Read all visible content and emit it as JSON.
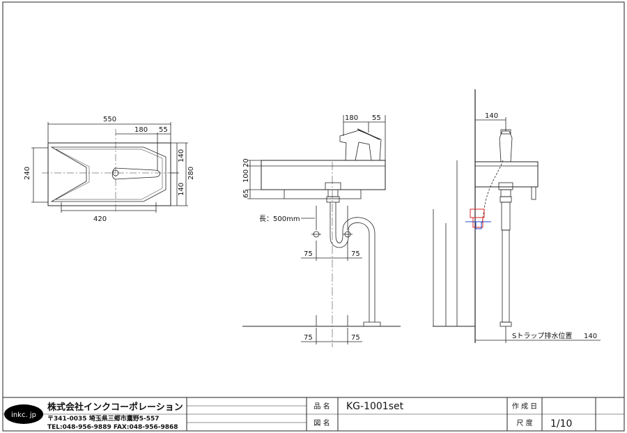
{
  "drawing": {
    "top_view": {
      "dim_width": "550",
      "dim_faucet_offset": "180",
      "dim_faucet_width": "55",
      "dim_height": "240",
      "dim_right_140_top": "140",
      "dim_right_140_bottom": "140",
      "dim_right_total": "280",
      "dim_bottom": "420"
    },
    "front_view": {
      "dim_180": "180",
      "dim_55": "55",
      "dim_20": "20",
      "dim_100": "100",
      "dim_65": "65",
      "hose_label": "長：500mm",
      "dim_75_left_mid": "75",
      "dim_75_right_mid": "75",
      "dim_75_left_bottom": "75",
      "dim_75_right_bottom": "75"
    },
    "side_view": {
      "dim_140_top": "140",
      "trap_label": "Sトラップ排水位置",
      "trap_value": "140"
    }
  },
  "title_block": {
    "logo_text": "inkc. jp",
    "company_name": "株式会社インクコーポレーション",
    "address": "〒341-0035 埼玉県三郷市鷹野5-557",
    "contacts": "TEL:048-956-9889  FAX:048-956-9868",
    "product_label": "品 名",
    "product_value": "KG-1001set",
    "drawing_label": "図 名",
    "drawing_value": "",
    "date_label": "作 成 日",
    "date_value": "",
    "scale_label": "尺 度",
    "scale_value": "1/10"
  }
}
